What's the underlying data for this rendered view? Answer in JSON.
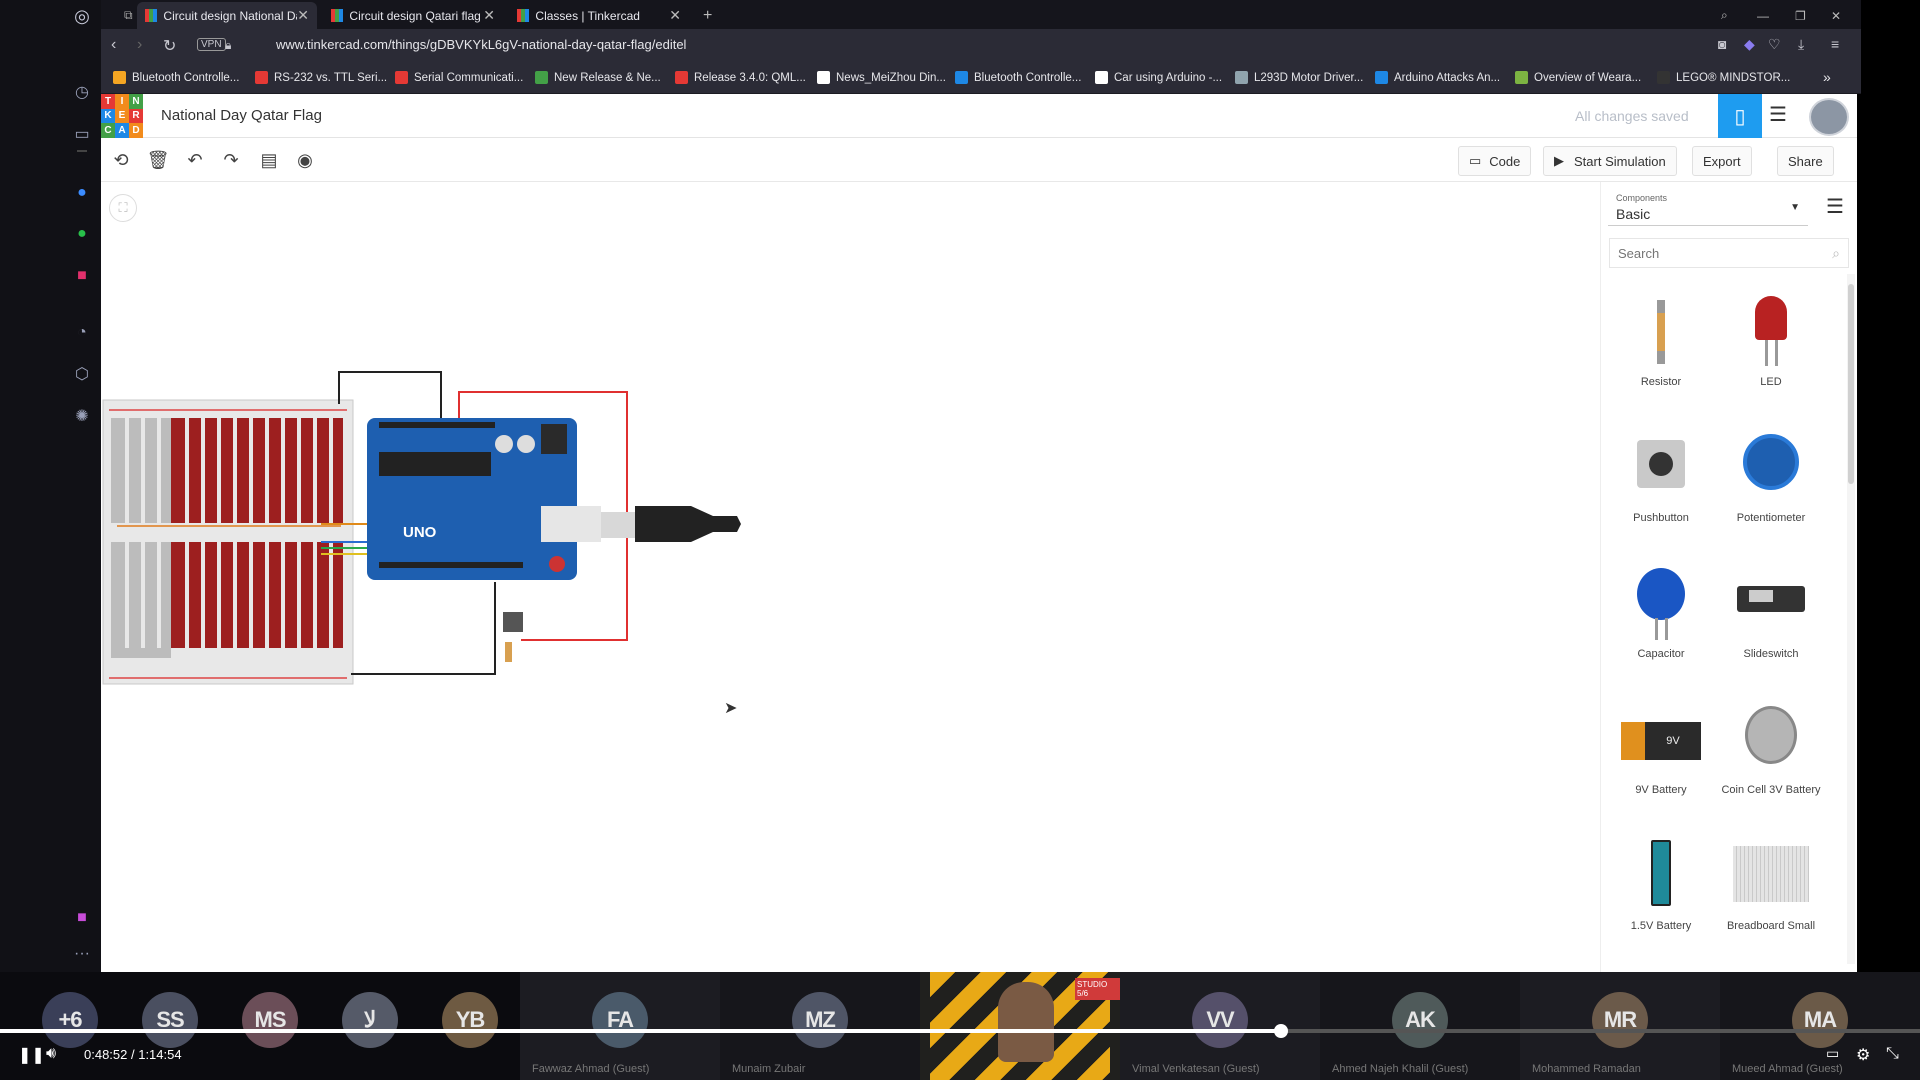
{
  "browser": {
    "tabs": [
      {
        "title": "Circuit design National Day",
        "active": true
      },
      {
        "title": "Circuit design Qatari flag s",
        "active": false
      },
      {
        "title": "Classes | Tinkercad",
        "active": false
      }
    ],
    "vpn_label": "VPN",
    "url": "www.tinkercad.com/things/gDBVKYkL6gV-national-day-qatar-flag/editel",
    "bookmarks": [
      {
        "label": "Bluetooth Controlle...",
        "color": "#f5a623"
      },
      {
        "label": "RS-232 vs. TTL Seri...",
        "color": "#e53935"
      },
      {
        "label": "Serial Communicati...",
        "color": "#e53935"
      },
      {
        "label": "New Release & Ne...",
        "color": "#43a047"
      },
      {
        "label": "Release 3.4.0: QML...",
        "color": "#e53935"
      },
      {
        "label": "News_MeiZhou Din...",
        "color": "#ffffff"
      },
      {
        "label": "Bluetooth Controlle...",
        "color": "#1e88e5"
      },
      {
        "label": "Car using Arduino -...",
        "color": "#ffffff"
      },
      {
        "label": "L293D Motor Driver...",
        "color": "#90a4ae"
      },
      {
        "label": "Arduino Attacks An...",
        "color": "#1e88e5"
      },
      {
        "label": "Overview of Weara...",
        "color": "#7cb342"
      },
      {
        "label": "LEGO® MINDSTOR...",
        "color": "#333333"
      }
    ]
  },
  "app": {
    "logo": [
      "T",
      "I",
      "N",
      "K",
      "E",
      "R",
      "C",
      "A",
      "D"
    ],
    "project_title": "National Day Qatar Flag",
    "save_status": "All changes saved",
    "toolbar": {
      "code": "Code",
      "start_simulation": "Start Simulation",
      "export": "Export",
      "share": "Share"
    },
    "components_label": "Components",
    "components_value": "Basic",
    "search_placeholder": "Search",
    "components": [
      {
        "name": "Resistor"
      },
      {
        "name": "LED"
      },
      {
        "name": "Pushbutton"
      },
      {
        "name": "Potentiometer"
      },
      {
        "name": "Capacitor"
      },
      {
        "name": "Slideswitch"
      },
      {
        "name": "9V Battery",
        "badge": "9V"
      },
      {
        "name": "Coin Cell 3V Battery"
      },
      {
        "name": "1.5V Battery"
      },
      {
        "name": "Breadboard Small"
      }
    ],
    "arduino_label": "UNO"
  },
  "video": {
    "time_current": "0:48:52",
    "time_total": "1:14:54",
    "progress_fraction": 0.667,
    "participants": [
      {
        "initials": "+6",
        "name": "",
        "color": "#3a3f58"
      },
      {
        "initials": "SS",
        "name": "",
        "color": "#4a4f60"
      },
      {
        "initials": "MS",
        "name": "",
        "color": "#6b4e58"
      },
      {
        "initials": "لا",
        "name": "",
        "color": "#555a68"
      },
      {
        "initials": "YB",
        "name": "",
        "color": "#6e5a42"
      },
      {
        "initials": "FA",
        "name": "Fawwaz Ahmad (Guest)",
        "color": "#4a5a6a"
      },
      {
        "initials": "MZ",
        "name": "Munaim Zubair",
        "color": "#4f5566"
      },
      {
        "initials": "VV",
        "name": "Vimal Venkatesan (Guest)",
        "color": "#55506a"
      },
      {
        "initials": "AK",
        "name": "Ahmed Najeh Khalil (Guest)",
        "color": "#4f5a5a"
      },
      {
        "initials": "MR",
        "name": "Mohammed Ramadan",
        "color": "#6b5a4a"
      },
      {
        "initials": "MA",
        "name": "Mueed Ahmad (Guest)",
        "color": "#6b5a48"
      }
    ],
    "presenter_badge": "STUDIO 5/6"
  }
}
